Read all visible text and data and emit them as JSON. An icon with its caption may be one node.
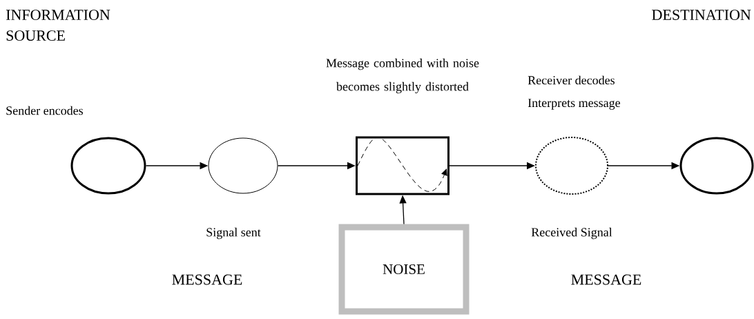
{
  "diagram": {
    "nodes": [
      {
        "text": [],
        "shape": "ellipse"
      },
      {
        "text": [],
        "shape": "ellipse"
      },
      {
        "text": [],
        "shape": "box"
      },
      {
        "text": [],
        "shape": "ellipse"
      },
      {
        "text": [],
        "shape": "ellipse"
      },
      {
        "text": [
          "NOISE"
        ]
      }
    ],
    "edges": [
      {
        "from": 0,
        "to": 1,
        "arrow": "to"
      },
      {
        "from": 1,
        "to": 2,
        "arrow": "to"
      },
      {
        "from": 2,
        "to": 3,
        "arrow": "to"
      },
      {
        "from": 3,
        "to": 4,
        "arrow": "to"
      },
      {
        "from": 5,
        "to": 2,
        "arrow": "to"
      }
    ],
    "labels": [
      "INFORMATION SOURCE",
      "DESTINATION",
      "Message combined with noise becomes slightly distorted",
      "Sender encodes",
      "Receiver decodes",
      "Interprets message",
      "Signal sent",
      "Received Signal",
      "MESSAGE",
      "MESSAGE"
    ]
  }
}
